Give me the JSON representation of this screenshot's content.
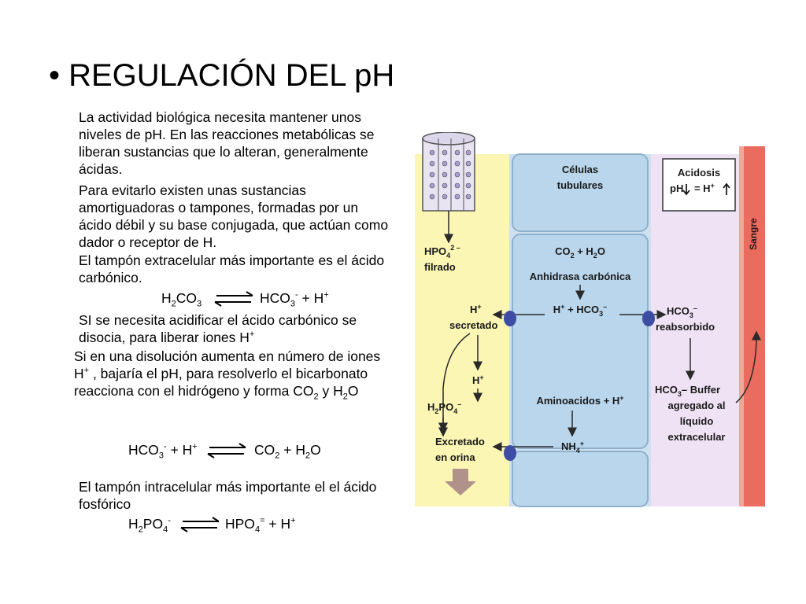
{
  "title": "• REGULACIÓN DEL pH",
  "paragraphs": {
    "p1": "La actividad biológica necesita mantener unos niveles de pH. En las reacciones metabólicas se liberan sustancias que lo alteran, generalmente ácidas.",
    "p2": "Para evitarlo existen unas sustancias amortiguadoras o tampones, formadas por un ácido débil y su base conjugada, que actúan como dador o receptor de H.",
    "p3": "El tampón extracelular más importante es el ácido carbónico.",
    "p4": " SI se necesita acidificar el ácido carbónico se disocia, para liberar iones H",
    "p4_sup": "+",
    "p5a": "Si en una disolución aumenta en número de iones H",
    "p5_sup": "+",
    "p5b": " , bajaría el pH, para resolverlo el bicarbonato reacciona con el hidrógeno y forma CO",
    "p5_sub1": "2",
    "p5c": " y H",
    "p5_sub2": "2",
    "p5d": "O",
    "p6": "El tampón intracelular más importante el el ácido fosfórico"
  },
  "equations": {
    "eq1": {
      "left": "H",
      "left_sub": "2",
      "left_rest": "CO",
      "left_sub2": "3",
      "right": "HCO",
      "right_sub": "3",
      "right_sup": "-",
      "right_tail": " + H",
      "right_tail_sup": "+"
    },
    "eq2": {
      "left": "HCO",
      "left_sub": "3",
      "left_sup": "-",
      "left_tail": " + H",
      "left_tail_sup": "+",
      "right": "CO",
      "right_sub": "2",
      "right_tail": " + H",
      "right_sub2": "2",
      "right_tail2": "O"
    },
    "eq3": {
      "left": "H",
      "left_sub": "2",
      "left_rest": "PO",
      "left_sub2": "4",
      "left_sup": "-",
      "right": "HPO",
      "right_sub": "4",
      "right_sup": "=",
      "right_tail": " + H",
      "right_tail_sup": "+"
    }
  },
  "figure": {
    "celulas_tubulares": [
      "Células",
      "tubulares"
    ],
    "acidosis": [
      "Acidosis",
      "pH",
      " = H",
      "+"
    ],
    "sangre": "Sangre",
    "hpo4_filtrado": [
      "HPO",
      "4",
      "2 –",
      "filrado"
    ],
    "co2_h2o": [
      "CO",
      "2",
      " + H",
      "2",
      "O"
    ],
    "anhidrasa": "Anhidrasa carbónica",
    "h_secretado": [
      "H",
      "+",
      "secretado"
    ],
    "h_hco3": [
      "H",
      "+",
      " + HCO",
      "3",
      "–"
    ],
    "hco3_reabsorbido": [
      "HCO",
      "3",
      "–",
      "reabsorbido"
    ],
    "h_plus": [
      "H",
      "+"
    ],
    "hco3_buffer": [
      "HCO",
      "3",
      "– Buffer",
      "agregado al",
      "líquido",
      "extracelular"
    ],
    "h2po4": [
      "H",
      "2",
      "PO",
      "4",
      "–"
    ],
    "aminoacidos": [
      "Aminoacidos + H",
      "+"
    ],
    "excretado": [
      "Excretado",
      "en orina"
    ],
    "nh4": [
      "NH",
      "4",
      "+"
    ],
    "colors": {
      "lumen_yellow": "#fbf6b4",
      "cell_blue": "#b9d6ec",
      "interstitial_pink": "#efe2f4",
      "blood_red": "#ea6c5e",
      "pump_blue": "#3d4da3",
      "arrow_dark": "#2a2a2a"
    }
  }
}
